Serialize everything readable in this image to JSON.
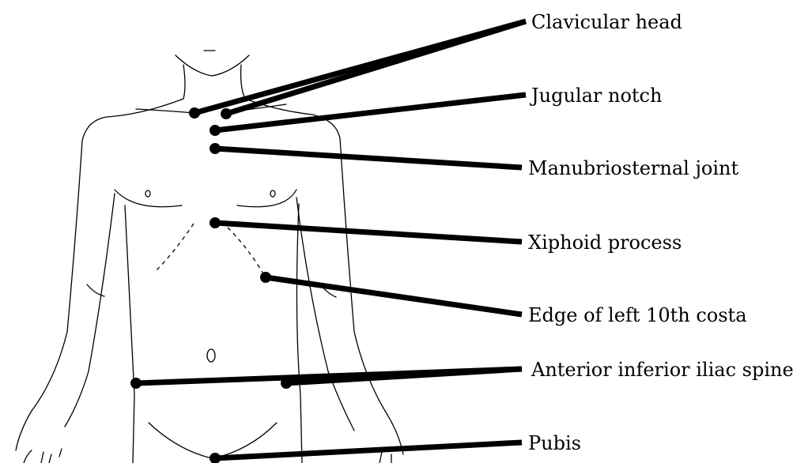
{
  "labels": {
    "clavicular_head": "Clavicular head",
    "jugular_notch": "Jugular notch",
    "manubriosternal_joint": "Manubriosternal joint",
    "xiphoid_process": "Xiphoid process",
    "edge_left_10th_costa": "Edge of left 10th costa",
    "anterior_inferior_iliac_spine": "Anterior inferior iliac spine",
    "pubis": "Pubis"
  },
  "colors": {
    "ink": "#000000",
    "background": "#ffffff"
  }
}
